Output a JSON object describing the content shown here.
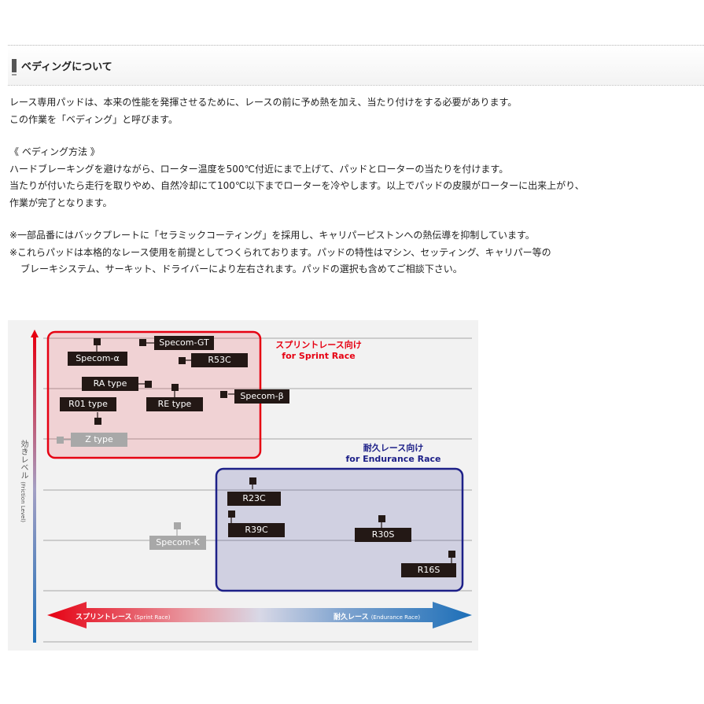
{
  "section": {
    "title": "ベディングについて"
  },
  "paragraphs": {
    "p1": "レース専用パッドは、本来の性能を発揮させるために、レースの前に予め熱を加え、当たり付けをする必要があります。",
    "p2": "この作業を「ベディング」と呼びます。",
    "p3": "《 ベディング方法 》",
    "p4": "ハードブレーキングを避けながら、ローター温度を500℃付近にまで上げて、パッドとローターの当たりを付けます。",
    "p5": "当たりが付いたら走行を取りやめ、自然冷却にて100℃以下までローターを冷やします。以上でパッドの皮膜がローターに出来上がり、",
    "p6": "作業が完了となります。",
    "p7": "※一部品番にはバックプレートに「セラミックコーティング」を採用し、キャリパーピストンへの熱伝導を抑制しています。",
    "p8": "※これらパッドは本格的なレース使用を前提としてつくられております。パッドの特性はマシン、セッティング、キャリパー等の",
    "p9": "ブレーキシステム、サーキット、ドライバーにより左右されます。パッドの選択も含めてご相談下さい。"
  },
  "chart": {
    "sprint_title_jp": "スプリントレース向け",
    "sprint_title_en": "for Sprint Race",
    "endurance_title_jp": "耐久レース向け",
    "endurance_title_en": "for Endurance Race",
    "y_label_jp": "効きレベル",
    "y_label_en": "(Friction Level)",
    "x_left_jp": "スプリントレース",
    "x_left_en": "(Sprint Race)",
    "x_right_jp": "耐久レース",
    "x_right_en": "(Endurance Race)",
    "products": {
      "specom_gt": "Specom-GT",
      "specom_alpha": "Specom-α",
      "r53c": "R53C",
      "ra_type": "RA type",
      "r01_type": "R01 type",
      "re_type": "RE type",
      "specom_beta": "Specom-β",
      "z_type": "Z type",
      "r23c": "R23C",
      "r39c": "R39C",
      "r30s": "R30S",
      "specom_k": "Specom-K",
      "r16s": "R16S"
    },
    "colors": {
      "sprint": "#e60012",
      "endurance": "#1d2088",
      "product_box": "#231815",
      "product_box_muted": "#a8a8a8"
    }
  }
}
